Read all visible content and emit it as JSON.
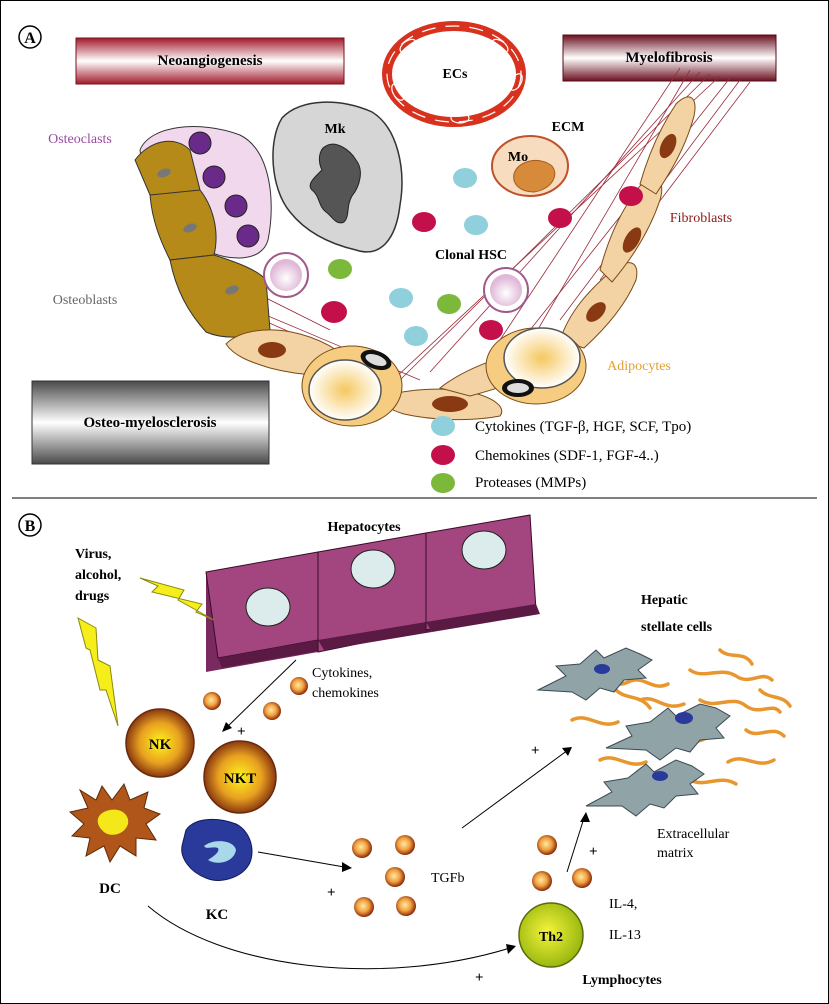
{
  "panel_a": {
    "letter": "A",
    "boxes": {
      "neoangiogenesis": "Neoangiogenesis",
      "myelofibrosis": "Myelofibrosis",
      "osteo": "Osteo-myelosclerosis"
    },
    "labels": {
      "ecs": "ECs",
      "mk": "Mk",
      "ecm": "ECM",
      "mo": "Mo",
      "osteoclasts": "Osteoclasts",
      "osteoblasts": "Osteoblasts",
      "fibroblasts": "Fibroblasts",
      "clonal_hsc": "Clonal HSC",
      "adipocytes": "Adipocytes"
    },
    "legend": [
      {
        "label": "Cytokines (TGF-β, HGF, SCF, Tpo)",
        "color": "#8fd0dc"
      },
      {
        "label": "Chemokines (SDF-1, FGF-4..)",
        "color": "#c4104a"
      },
      {
        "label": "Proteases (MMPs)",
        "color": "#7cb83a"
      }
    ],
    "colors": {
      "osteoclast_title": "#9a4aa0",
      "osteoblast_title": "#666666",
      "ecm_title": "#8b1a1a",
      "fibroblast_title": "#8b1a1a",
      "adipocyte_title": "#e3a030"
    }
  },
  "panel_b": {
    "letter": "B",
    "labels": {
      "hepatocytes": "Hepatocytes",
      "virus": [
        "Virus,",
        "alcohol,",
        "drugs"
      ],
      "cytokines": [
        "Cytokines,",
        "chemokines"
      ],
      "hsc": [
        "Hepatic",
        "stellate cells"
      ],
      "nk": "NK",
      "nkt": "NKT",
      "dc": "DC",
      "kc": "KC",
      "tgfb": "TGFb",
      "ecm": [
        "Extracellular",
        "matrix"
      ],
      "il": [
        "IL-4,",
        "IL-13"
      ],
      "th2": "Th2",
      "lymphocytes": "Lymphocytes",
      "plus": "+"
    },
    "colors": {
      "hepatocyte": "#a3467f",
      "lightning": "#f5ee1a",
      "stellate": "#90a4a8",
      "collagen": "#e8962e"
    }
  }
}
